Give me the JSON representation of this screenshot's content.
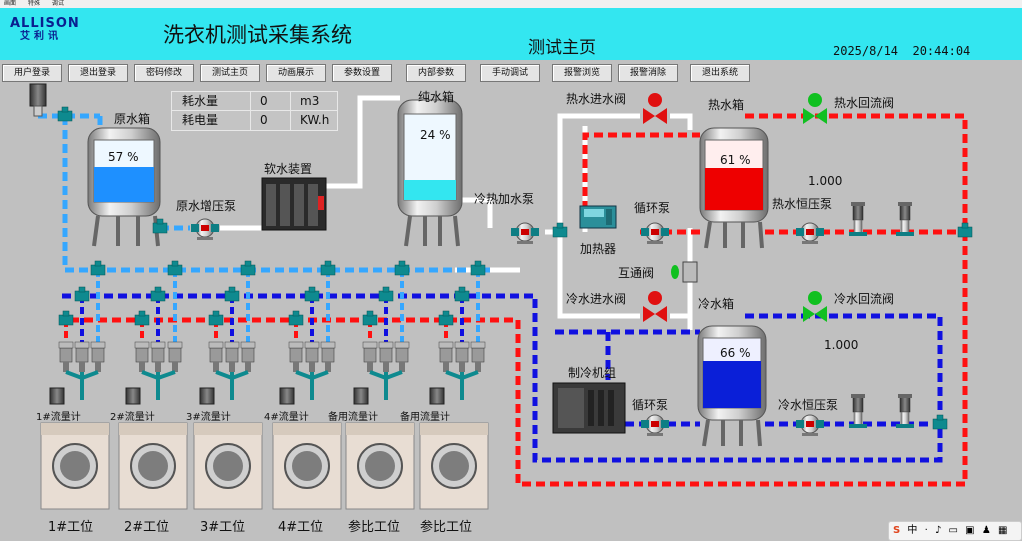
{
  "top_menu": [
    "画面",
    "特殊",
    "调试"
  ],
  "logo": {
    "brand": "ALLISON",
    "chinese": "艾利讯"
  },
  "title": "洗衣机测试采集系统",
  "subtitle": "测试主页",
  "datetime": "2025/8/14  20:44:04",
  "nav": [
    "用户登录",
    "退出登录",
    "密码修改",
    "测试主页",
    "动画展示",
    "参数设置",
    "内部参数",
    "手动调试",
    "报警浏览",
    "报警消除",
    "退出系统"
  ],
  "meter": {
    "water_label": "耗水量",
    "water_value": "0",
    "water_unit": "m3",
    "power_label": "耗电量",
    "power_value": "0",
    "power_unit": "KW.h"
  },
  "tanks": {
    "raw": {
      "label": "原水箱",
      "pct_text": "57 %",
      "level": 0.57,
      "color": "#1e90ff"
    },
    "pure": {
      "label": "纯水箱",
      "pct_text": "24 %",
      "level": 0.24,
      "color": "#33e6f0"
    },
    "hot": {
      "label": "热水箱",
      "pct_text": "61 %",
      "level": 0.61,
      "color": "#ee0000"
    },
    "cold": {
      "label": "冷水箱",
      "pct_text": "66 %",
      "level": 0.66,
      "color": "#0a1fd8"
    }
  },
  "labels": {
    "raw_pump": "原水增压泵",
    "softener": "软水装置",
    "cold_heat_pump": "冷热加水泵",
    "hot_in_valve": "热水进水阀",
    "hot_return_valve": "热水回流阀",
    "hot_const_pump": "热水恒压泵",
    "hot_pressure": "1.000",
    "heater": "加热器",
    "hot_circ_pump": "循环泵",
    "cross_valve": "互通阀",
    "cold_in_valve": "冷水进水阀",
    "cold_return_valve": "冷水回流阀",
    "cold_pressure": "1.000",
    "chiller": "制冷机组",
    "cold_circ_pump": "循环泵",
    "cold_const_pump": "冷水恒压泵"
  },
  "stations": [
    {
      "meter": "1#流量计",
      "name": "1#工位"
    },
    {
      "meter": "2#流量计",
      "name": "2#工位"
    },
    {
      "meter": "3#流量计",
      "name": "3#工位"
    },
    {
      "meter": "4#流量计",
      "name": "4#工位"
    },
    {
      "meter": "备用流量计",
      "name": "参比工位"
    },
    {
      "meter": "备用流量计",
      "name": "参比工位"
    }
  ],
  "taskbar": [
    "S",
    "中",
    "·",
    "♪",
    "▭",
    "▣",
    "♟",
    "▦"
  ],
  "colors": {
    "header": "#33e6f0",
    "hot_pipe": "#ff1010",
    "cold_pipe": "#1010e0",
    "raw_pipe": "#35a7ff",
    "valve_red": "#e01010",
    "valve_green": "#10c020",
    "page_bg": "#c0c0c0"
  }
}
